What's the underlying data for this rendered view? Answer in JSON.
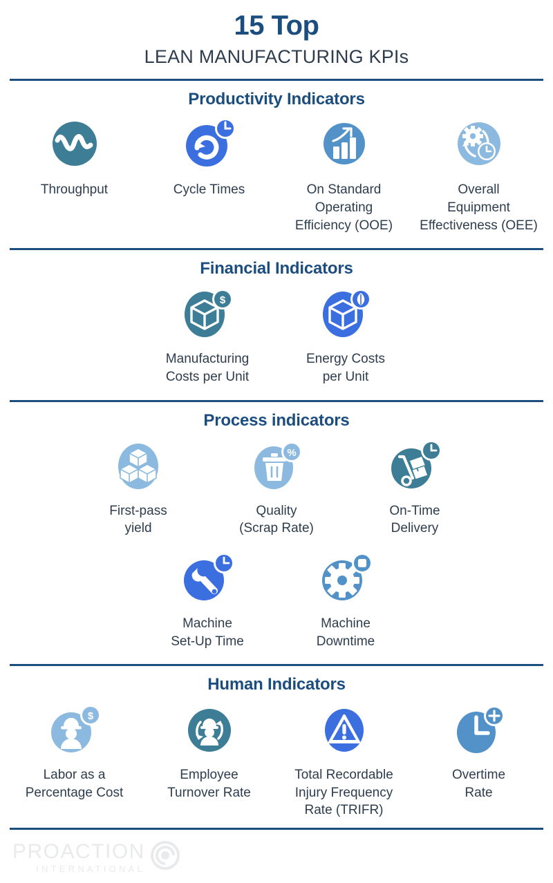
{
  "header": {
    "title_main": "15 Top",
    "title_sub": "LEAN MANUFACTURING KPIs"
  },
  "colors": {
    "navy": "#1b4d7e",
    "teal": "#3d7d96",
    "blue_bright": "#3b6fe0",
    "blue_medium": "#5392c8",
    "blue_light": "#8cb9e0",
    "text": "#2d3d4e",
    "watermark": "#e8eaec"
  },
  "sections": [
    {
      "title": "Productivity Indicators",
      "rows": [
        [
          {
            "label": "Throughput",
            "icon": "throughput-wave-icon"
          },
          {
            "label": "Cycle Times",
            "icon": "cycle-time-arrow-clock-icon"
          },
          {
            "label": "On Standard\nOperating\nEfficiency (OOE)",
            "icon": "bar-chart-growth-icon"
          },
          {
            "label": "Overall\nEquipment\nEffectiveness (OEE)",
            "icon": "gear-cycle-clock-icon"
          }
        ]
      ]
    },
    {
      "title": "Financial Indicators",
      "rows": [
        [
          {
            "label": "Manufacturing\nCosts per Unit",
            "icon": "box-dollar-icon"
          },
          {
            "label": "Energy Costs\nper Unit",
            "icon": "box-leaf-icon"
          }
        ]
      ]
    },
    {
      "title": "Process indicators",
      "rows": [
        [
          {
            "label": "First-pass\nyield",
            "icon": "stacked-cubes-icon"
          },
          {
            "label": "Quality\n(Scrap Rate)",
            "icon": "trash-percent-icon"
          },
          {
            "label": "On-Time\nDelivery",
            "icon": "dolly-clock-icon"
          }
        ],
        [
          {
            "label": "Machine\nSet-Up Time",
            "icon": "wrench-clock-icon"
          },
          {
            "label": "Machine\nDowntime",
            "icon": "gear-stop-icon"
          }
        ]
      ]
    },
    {
      "title": "Human Indicators",
      "rows": [
        [
          {
            "label": "Labor as a\nPercentage Cost",
            "icon": "worker-dollar-icon"
          },
          {
            "label": "Employee\nTurnover Rate",
            "icon": "worker-cycle-icon"
          },
          {
            "label": "Total Recordable\nInjury Frequency\nRate (TRIFR)",
            "icon": "warning-triangle-icon"
          },
          {
            "label": "Overtime\nRate",
            "icon": "clock-plus-icon"
          }
        ]
      ]
    }
  ],
  "footer": {
    "logo_main": "PROACTION",
    "logo_sub": "INTERNATIONAL"
  }
}
